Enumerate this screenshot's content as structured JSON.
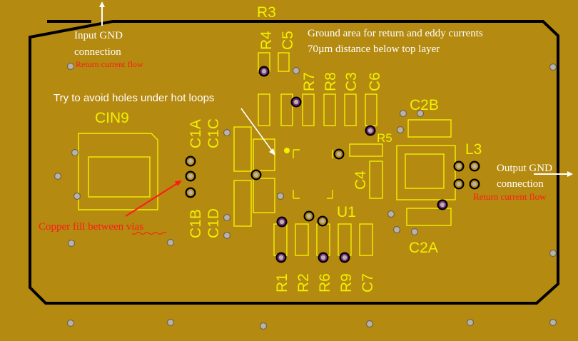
{
  "colors": {
    "board": "#b58a10",
    "silk": "#f2f000",
    "outline": "#000000",
    "note": "#ffffff",
    "current": "#ff1a1a",
    "via": "#b9b2a8",
    "via_ring": "#000000",
    "via_plated": "#7a2c82"
  },
  "annotations": {
    "input_gnd_1": "Input GND",
    "input_gnd_2": "connection",
    "return_left": "Return current flow",
    "ground_area_1": "Ground area for return and eddy currents",
    "ground_area_2": "70µm distance below top layer",
    "hot_loops": "Try to avoid holes under hot loops",
    "copper_fill": "Copper fill between vias",
    "output_gnd_1": "Output GND",
    "output_gnd_2": "connection",
    "return_right": "Return current flow"
  },
  "designators": {
    "r3": "R3",
    "r4": "R4",
    "c5": "C5",
    "r7": "R7",
    "r8": "R8",
    "c3": "C3",
    "c6": "C6",
    "cin9": "CIN9",
    "c1a": "C1A",
    "c1c": "C1C",
    "c2b": "C2B",
    "r5": "R5",
    "l3": "L3",
    "c4": "C4",
    "u1": "U1",
    "c1b": "C1B",
    "c1d": "C1D",
    "c2a": "C2A",
    "r1": "R1",
    "r2": "R2",
    "r6": "R6",
    "r9": "R9",
    "c7": "C7"
  }
}
